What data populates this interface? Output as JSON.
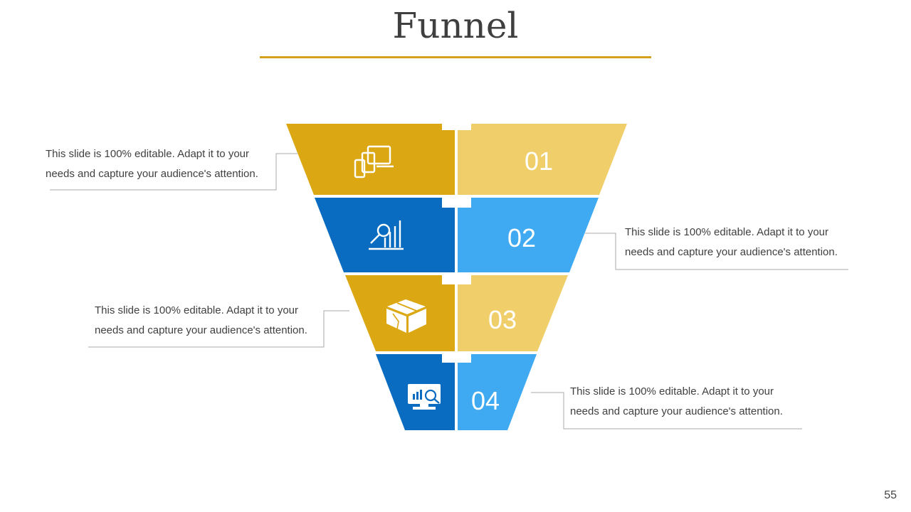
{
  "title": "Funnel",
  "page_number": "55",
  "colors": {
    "accent_gold": "#d4a21a",
    "gold_dark": "#dba814",
    "gold_light": "#f0cf6b",
    "blue_dark": "#0a6cc0",
    "blue_light": "#3faaf2",
    "connector": "#aaaaaa"
  },
  "stages": [
    {
      "number": "01",
      "icon": "devices-icon",
      "description": "This slide is 100% editable. Adapt it to your\nneeds and capture your audience's attention."
    },
    {
      "number": "02",
      "icon": "analytics-magnifier-icon",
      "description": "This slide is 100% editable. Adapt it to your\nneeds and capture your audience's attention."
    },
    {
      "number": "03",
      "icon": "package-box-icon",
      "description": "This slide is 100% editable. Adapt it to your\nneeds and capture your audience's attention."
    },
    {
      "number": "04",
      "icon": "monitor-search-icon",
      "description": "This slide is 100% editable. Adapt it to your\nneeds and capture your audience's attention."
    }
  ]
}
